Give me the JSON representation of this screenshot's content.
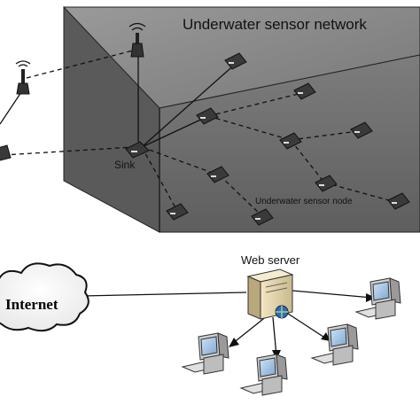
{
  "labels": {
    "network_title": "Underwater sensor network",
    "sink": "Sink",
    "sensor_node": "Underwater sensor node",
    "web_server": "Web server",
    "internet": "Internet"
  },
  "colors": {
    "water_front": "#6b6b6b",
    "water_top": "#8a8a8a",
    "water_side": "#555555",
    "inner_front": "#7a7a7a",
    "node": "#3a3a3a",
    "server": "#e8d9b0"
  },
  "icons": [
    "antenna-icon",
    "sensor-node-icon",
    "cloud-icon",
    "server-icon",
    "computer-icon",
    "globe-icon"
  ]
}
